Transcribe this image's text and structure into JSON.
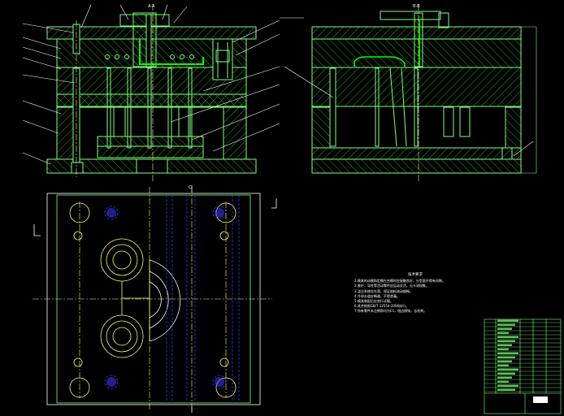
{
  "section_labels": {
    "front_section": "A-A",
    "side_section": "B-B",
    "view_cut": "C"
  },
  "technical_notes": {
    "heading": "技术要求",
    "lines": [
      "1.模具的动模和定模在合模时应接触良好，分型面不得有间隙。",
      "2.推杆、导柱等活动零件应运动灵活，无卡滞现象。",
      "3.浇注系统应光滑，保证熔料流动顺畅。",
      "4.冷却水道应畅通，不得渗漏。",
      "5.模具装配后应进行试模。",
      "6.其余按照GB/T 12554-2006执行。",
      "7.所有零件未注倒角均为C1，锐边倒钝，去毛刺。"
    ]
  },
  "colors": {
    "outline": "#7fff7f",
    "hatch": "#2fd12f",
    "centerline": "#ffff66",
    "hidden": "#3a3aff",
    "leader": "#ffffff",
    "red": "#ff3030"
  }
}
